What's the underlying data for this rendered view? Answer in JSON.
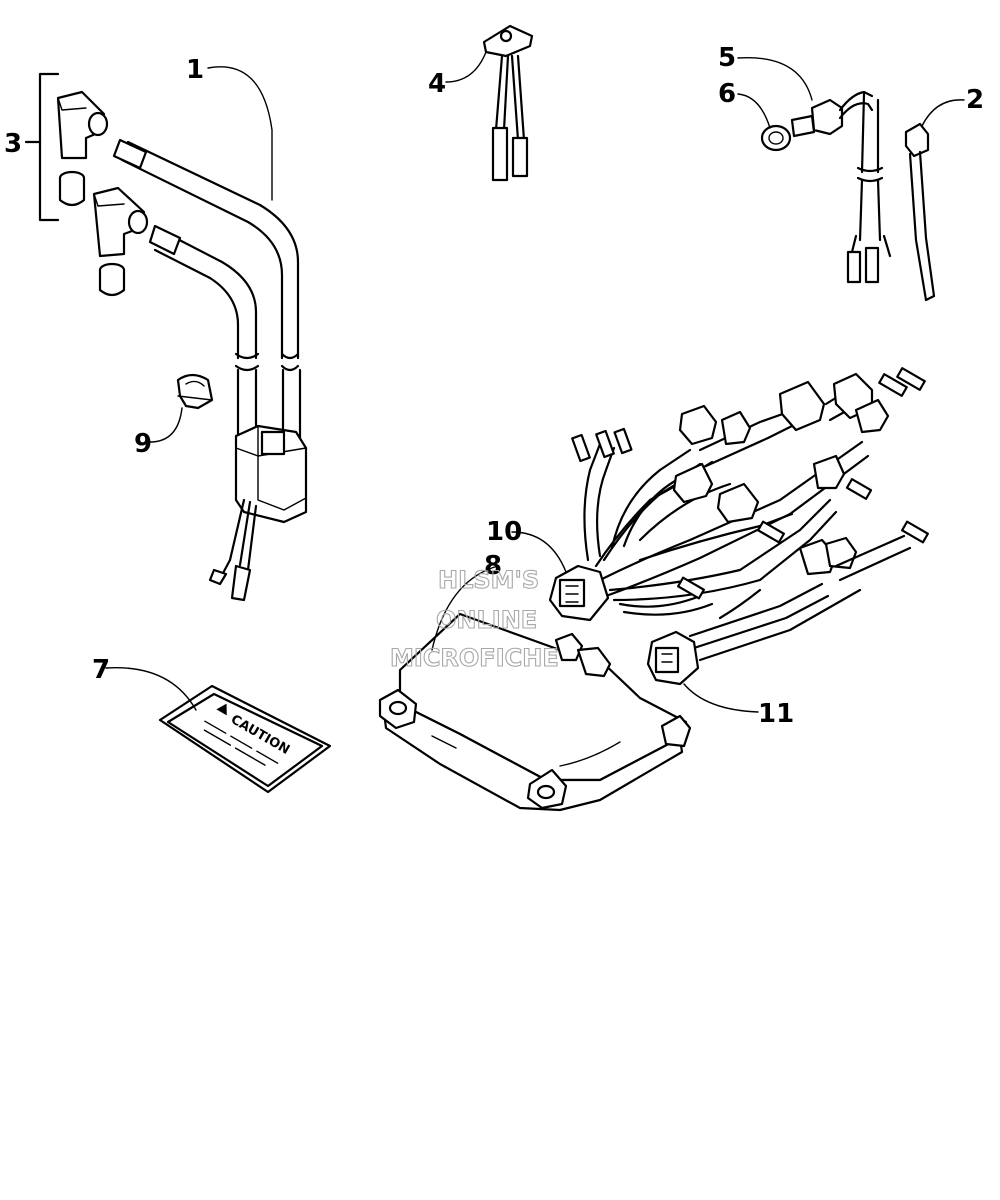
{
  "callouts": {
    "c1": "1",
    "c2": "2",
    "c3": "3",
    "c4": "4",
    "c5": "5",
    "c6": "6",
    "c7": "7",
    "c8": "8",
    "c9": "9",
    "c10": "10",
    "c11": "11"
  },
  "watermark": {
    "line1": "HLSM'S",
    "line2": "ONLINE",
    "line3": "MICROFICHE"
  },
  "decal": {
    "text": "CAUTION"
  }
}
